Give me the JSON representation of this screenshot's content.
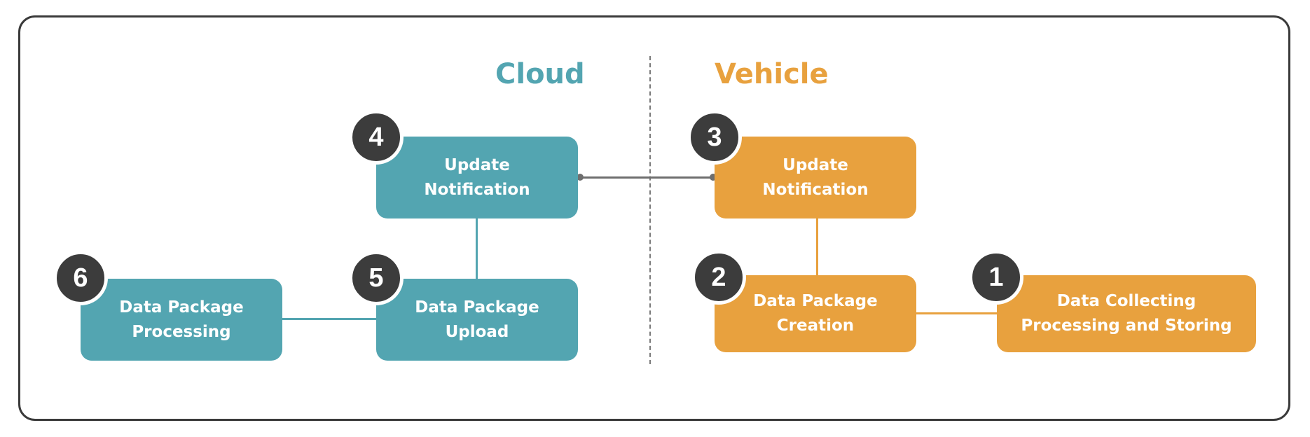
{
  "titles": {
    "cloud": "Cloud",
    "vehicle": "Vehicle"
  },
  "colors": {
    "cloud": "#53a5b1",
    "vehicle": "#e8a13e",
    "badge": "#3c3c3c",
    "frame": "#3a3a3a"
  },
  "steps": [
    {
      "number": "1",
      "line1": "Data Collecting",
      "line2": "Processing and Storing"
    },
    {
      "number": "2",
      "line1": "Data Package",
      "line2": "Creation"
    },
    {
      "number": "3",
      "line1": "Update",
      "line2": "Notification"
    },
    {
      "number": "4",
      "line1": "Update",
      "line2": "Notification"
    },
    {
      "number": "5",
      "line1": "Data Package",
      "line2": "Upload"
    },
    {
      "number": "6",
      "line1": "Data Package",
      "line2": "Processing"
    }
  ]
}
